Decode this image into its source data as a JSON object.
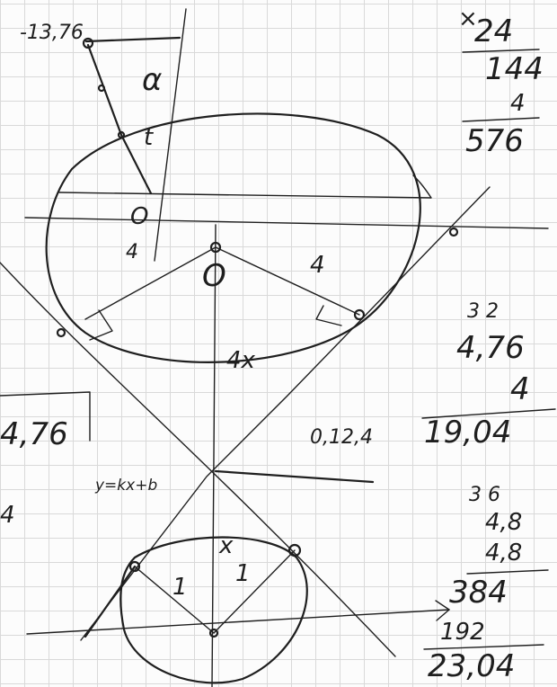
{
  "colors": {
    "paper": "#fcfcfc",
    "grid": "#d9d9d9",
    "ink": "#1f1f1f"
  },
  "labels": {
    "point_top_left": "-13,76",
    "alpha": "α",
    "angle_mark": "t",
    "O_upper": "O",
    "four_left": "4",
    "O_center": "O",
    "four_right": "4",
    "four_x": "4x",
    "y_eq": "y=kx+b",
    "coord_mid": "0,12,4",
    "circle_bottom_one_left": "1",
    "circle_bottom_one_right": "1",
    "x_small": "x",
    "left_edge_num": "4,76",
    "left_edge_frag": "4"
  },
  "calc_top": {
    "factor": "24",
    "mul": "×",
    "line2": "144",
    "line3": "4",
    "result": "576"
  },
  "calc_mid": {
    "carry": "3 2",
    "multiplicand": "4,76",
    "multiplier": "4",
    "result": "19,04"
  },
  "calc_bot": {
    "carry": "3  6",
    "multiplicand": "4,8",
    "multiplier": "4,8",
    "partial1": "384",
    "partial2": "192",
    "result": "23,04"
  }
}
